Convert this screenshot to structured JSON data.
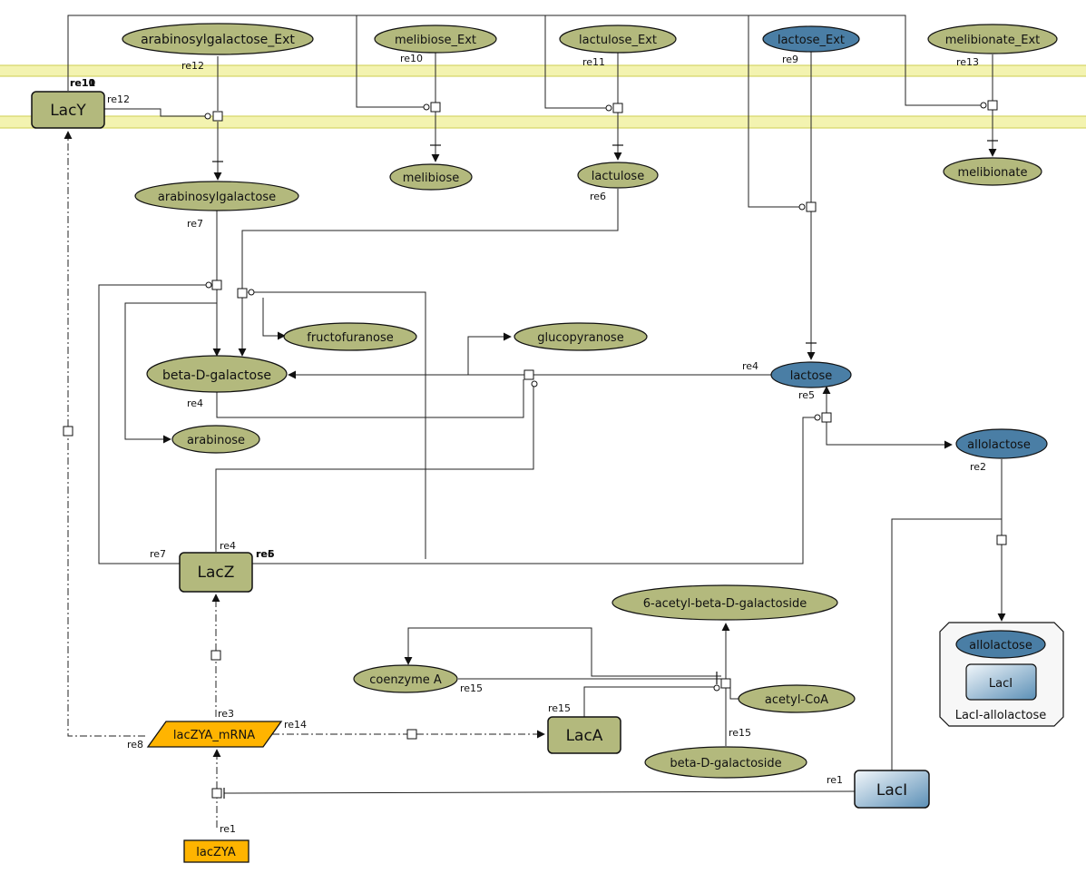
{
  "species": {
    "arabinosylgalactose_ext": "arabinosylgalactose_Ext",
    "melibiose_ext": "melibiose_Ext",
    "lactulose_ext": "lactulose_Ext",
    "lactose_ext": "lactose_Ext",
    "melibionate_ext": "melibionate_Ext",
    "melibiose": "melibiose",
    "lactulose": "lactulose",
    "melibionate": "melibionate",
    "arabinosylgalactose": "arabinosylgalactose",
    "fructofuranose": "fructofuranose",
    "glucopyranose": "glucopyranose",
    "beta_d_galactose": "beta-D-galactose",
    "lactose": "lactose",
    "arabinose": "arabinose",
    "allolactose": "allolactose",
    "six_acetyl": "6-acetyl-beta-D-galactoside",
    "coenzyme_a": "coenzyme A",
    "acetyl_coa": "acetyl-CoA",
    "beta_d_galactoside": "beta-D-galactoside"
  },
  "proteins": {
    "lacy": "LacY",
    "lacz": "LacZ",
    "laca": "LacA",
    "laci": "LacI"
  },
  "genes": {
    "laczya_mrna": "lacZYA_mRNA",
    "laczya": "lacZYA"
  },
  "complex": {
    "name": "LacI-allolactose",
    "member_species": "allolactose",
    "member_protein": "LacI"
  },
  "reactions": {
    "re1": "re1",
    "re2": "re2",
    "re3": "re3",
    "re4": "re4",
    "re5": "re5",
    "re6": "re6",
    "re7": "re7",
    "re8": "re8",
    "re9": "re9",
    "re10": "re10",
    "re11": "re11",
    "re12": "re12",
    "re13": "re13",
    "re14": "re14",
    "re15": "re15"
  },
  "colors": {
    "species_fill": "#b3b97d",
    "species_blue": "#4a7ea5",
    "protein_fill": "#b3b97d",
    "gene_fill": "#ffb400",
    "laci_fill": "#9fc3dc",
    "membrane": "#f3f3b0",
    "membrane_line": "#d6d66a"
  }
}
